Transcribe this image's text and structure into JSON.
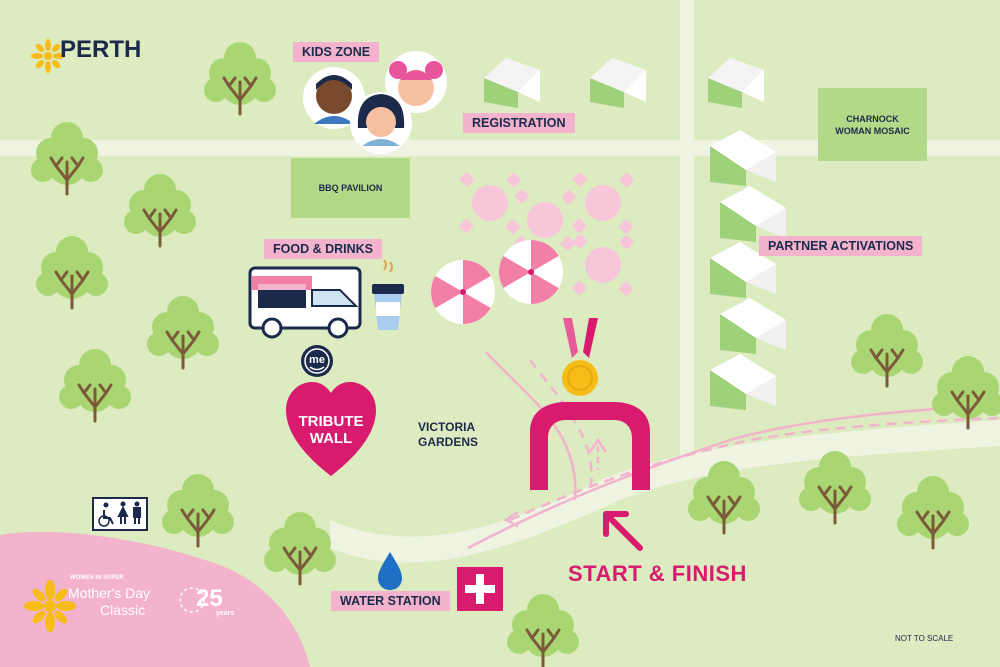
{
  "map": {
    "city": "PERTH",
    "park_name": "VICTORIA GARDENS",
    "scale_note": "NOT TO SCALE"
  },
  "labels": {
    "kids_zone": "KIDS ZONE",
    "registration": "REGISTRATION",
    "food_drinks": "FOOD & DRINKS",
    "partner_activations": "PARTNER ACTIVATIONS",
    "water_station": "WATER STATION",
    "bbq_pavilion": "BBQ PAVILION",
    "charnock_line1": "CHARNOCK",
    "charnock_line2": "WOMAN MOSAIC",
    "tribute_line1": "TRIBUTE",
    "tribute_line2": "WALL",
    "start_finish": "START & FINISH"
  },
  "brand": {
    "org": "WOMEN IN SUPER",
    "event_line1": "Mother's Day",
    "event_line2": "Classic",
    "anniversary_number": "25",
    "anniversary_word": "years"
  },
  "icons": {
    "food_truck": "food-truck-icon",
    "coffee": "coffee-cup-icon",
    "me_logo": "me-bank-logo",
    "accessible_toilets": "accessible-toilets-icon",
    "water": "water-drop-icon",
    "first_aid": "first-aid-icon",
    "medal": "medal-icon",
    "arch": "start-finish-arch-icon"
  },
  "colors": {
    "background": "#dcebc0",
    "path": "#eef3e2",
    "box_green": "#b2d987",
    "pink": "#f3b3cd",
    "magenta": "#d81b6f",
    "navy": "#1b2a4a",
    "tree": "#a9d672",
    "medal_gold": "#f6bd19"
  }
}
